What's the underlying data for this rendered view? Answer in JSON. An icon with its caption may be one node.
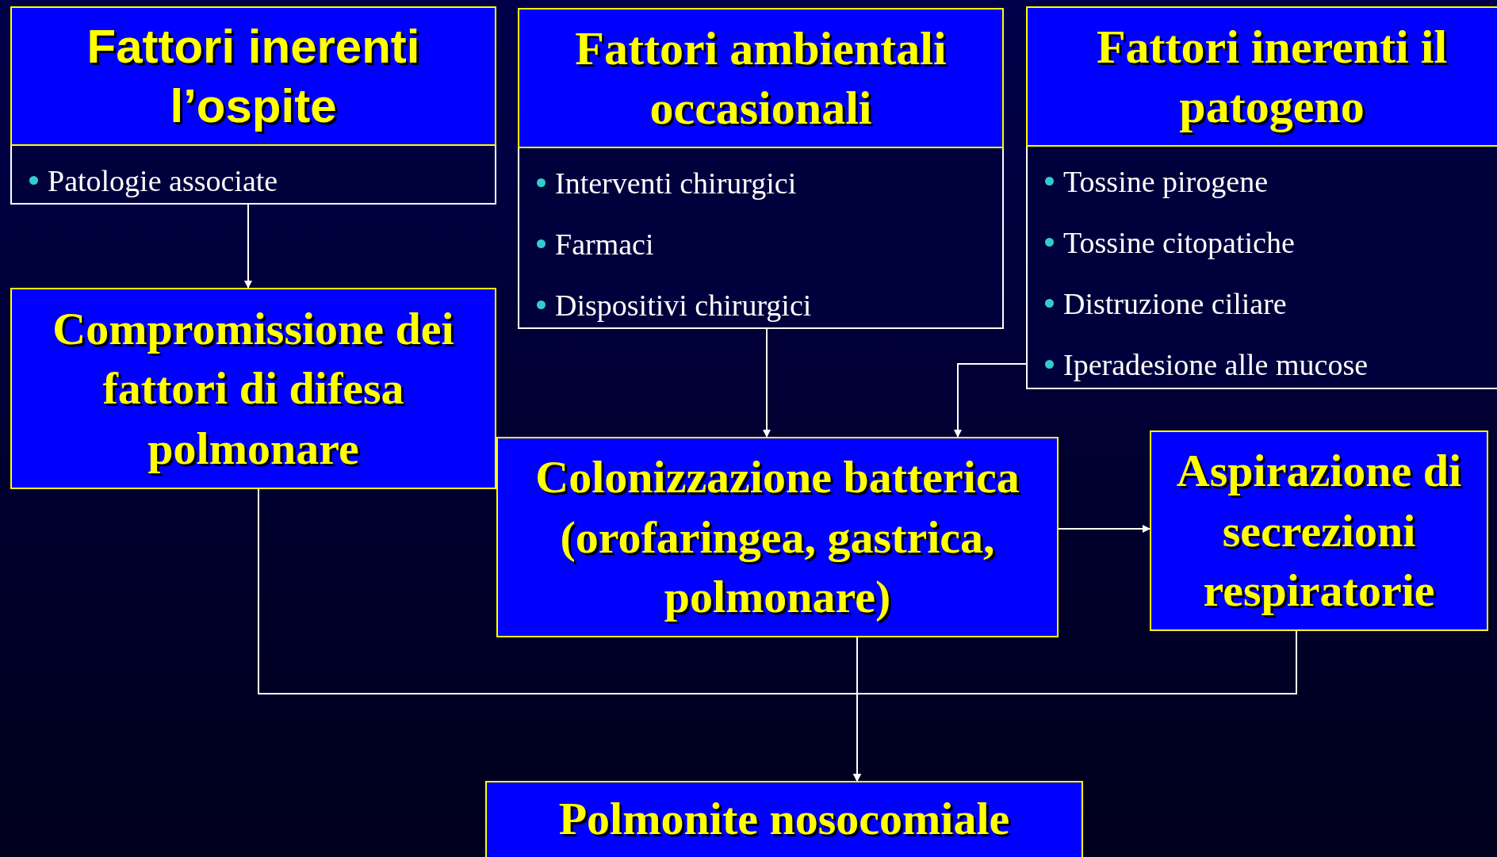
{
  "diagram": {
    "nodes": [
      {
        "text": [
          "Fattori inerenti l’ospite",
          "Patologie associate"
        ]
      },
      {
        "text": [
          "Fattori ambientali occasionali",
          "Interventi chirurgici",
          "Farmaci",
          "Dispositivi chirurgici"
        ]
      },
      {
        "text": [
          "Fattori inerenti il patogeno",
          "Tossine pirogene",
          "Tossine citopatiche",
          "Distruzione ciliare",
          "Iperadesione alle mucose"
        ]
      },
      {
        "text": [
          "Compromissione dei fattori di difesa polmonare"
        ]
      },
      {
        "text": [
          "Colonizzazione batterica (orofaringea, gastrica, polmonare)"
        ]
      },
      {
        "text": [
          "Aspirazione di secrezioni respiratorie"
        ]
      },
      {
        "text": [
          "Polmonite nosocomiale"
        ]
      }
    ],
    "edges": [
      {
        "from": 0,
        "to": 3,
        "arrow": "to"
      },
      {
        "from": 1,
        "to": 4,
        "arrow": "to"
      },
      {
        "from": 2,
        "to": 4,
        "arrow": "to"
      },
      {
        "from": 4,
        "to": 5,
        "arrow": "to"
      },
      {
        "from": 3,
        "to": 6,
        "arrow": "to"
      },
      {
        "from": 4,
        "to": 6,
        "arrow": "to"
      },
      {
        "from": 5,
        "to": 6,
        "arrow": "to"
      }
    ]
  }
}
